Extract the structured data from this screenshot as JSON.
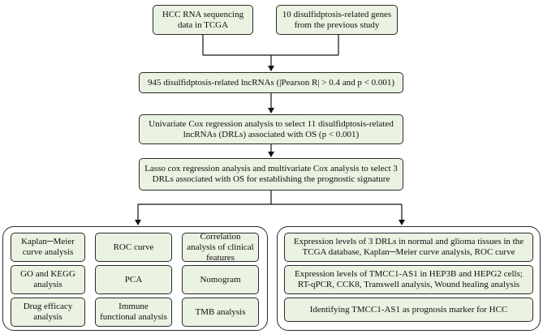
{
  "flow": {
    "top_left": "HCC RNA sequencing data in TCGA",
    "top_right": "10  disulfidptosis-related genes from the previous study",
    "step1": "945 disulfidptosis-related lncRNAs (|Pearson R| > 0.4 and p < 0.001)",
    "step2": "Univariate Cox regression analysis to select 11 disulfidptosis-related lncRNAs (DRLs) associated with OS (p < 0.001)",
    "step3": "Lasso cox regression analysis and multivariate Cox analysis to select 3 DRLs associated with OS for establishing the prognostic signature"
  },
  "left_panel": {
    "items": [
      "Kaplan─Meier curve analysis",
      "ROC curve",
      "Correlation analysis of clinical features",
      "GO and KEGG analysis",
      "PCA",
      "Nomogram",
      "Drug efficacy analysis",
      "Immune functional analysis",
      "TMB analysis"
    ]
  },
  "right_panel": {
    "items": [
      "Expression levels of 3 DRLs in normal and glioma tissues in the TCGA database, Kaplan─Meier curve analysis, ROC curve",
      "Expression levels of TMCC1-AS1 in HEP3B and HEPG2 cells; RT-qPCR, CCK8, Transwell analysis, Wound healing analysis",
      "Identifying TMCC1-AS1 as prognosis marker for HCC"
    ]
  },
  "colors": {
    "box_fill": "#eaf2e2",
    "border": "#2b2b2b"
  }
}
